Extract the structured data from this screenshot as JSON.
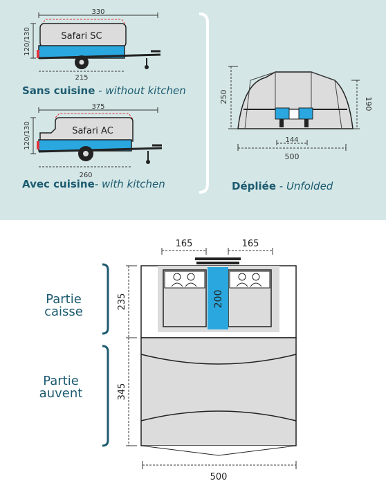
{
  "colors": {
    "panel_bg": "#d4e7e6",
    "brand_text": "#1d5b70",
    "trailer_blue": "#2aa7df",
    "gray_fill": "#dcdcdc",
    "tail_red": "#e5333b"
  },
  "trailer_sc": {
    "name": "Safari SC",
    "length_label": "330",
    "height_label": "120/130",
    "base_label": "215",
    "caption_bold": "Sans cuisine",
    "caption_italic": " - without kitchen"
  },
  "trailer_ac": {
    "name": "Safari AC",
    "length_label": "375",
    "height_label": "120/130",
    "base_label": "260",
    "caption_bold": "Avec cuisine",
    "caption_italic": "- with kitchen"
  },
  "unfolded": {
    "height_label": "250",
    "side_label": "190",
    "inner_label": "144",
    "width_label": "500",
    "caption_bold": "Dépliée",
    "caption_italic": " - Unfolded"
  },
  "floorplan": {
    "bed_width_left": "165",
    "bed_width_right": "165",
    "aisle_label": "200",
    "caisse_depth": "235",
    "auvent_depth": "345",
    "total_width": "500",
    "section_caisse": [
      "Partie",
      "caisse"
    ],
    "section_auvent": [
      "Partie",
      "auvent"
    ]
  }
}
